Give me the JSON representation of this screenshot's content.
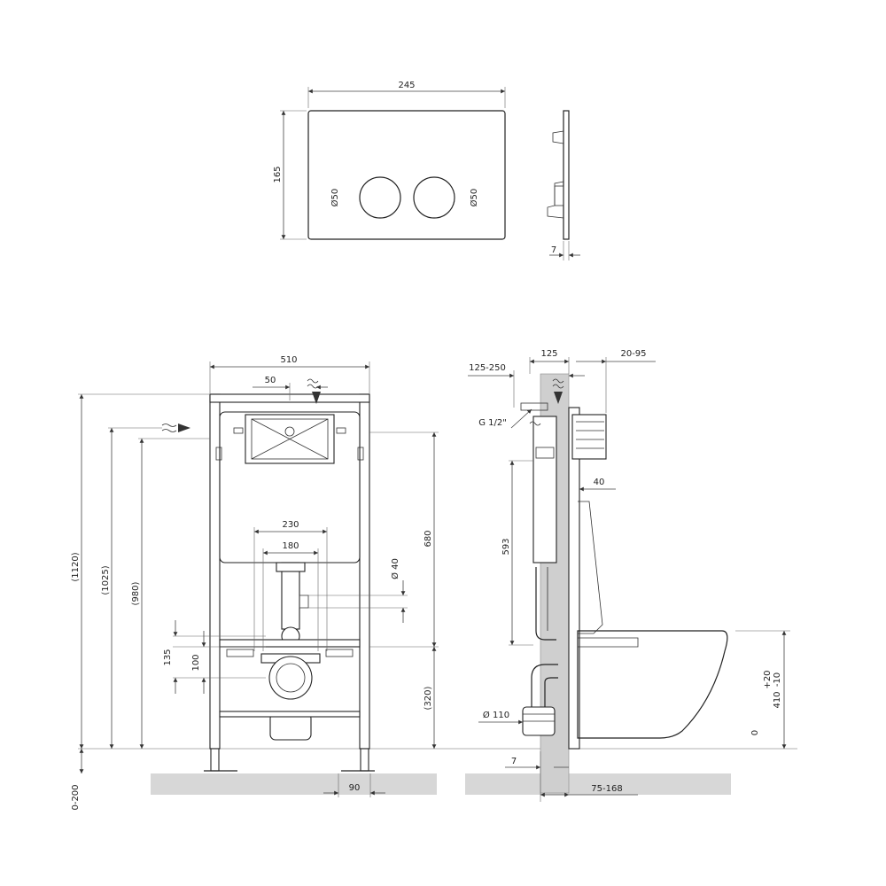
{
  "flush_plate": {
    "width": "245",
    "height": "165",
    "button_left_diameter": "Ø50",
    "button_right_diameter": "Ø50",
    "side_thickness": "7"
  },
  "frame_front": {
    "width": "510",
    "water_inlet_offset": "50",
    "outlet_span_outer": "230",
    "outlet_span_inner": "180",
    "outlet_pipe_diameter": "Ø 40",
    "height_total": "(1120)",
    "height_1025": "(1025)",
    "height_980": "(980)",
    "height_680": "680",
    "height_320": "(320)",
    "bolt_height_135": "135",
    "bolt_height_100": "100",
    "leg_adjust": "0-200",
    "foot_width": "90"
  },
  "side_view": {
    "depth_125": "125",
    "depth_125_250": "125-250",
    "bowl_adjust_20_95": "20-95",
    "inlet_thread": "G 1/2\"",
    "offset_40": "40",
    "cistern_height": "593",
    "drain_diameter": "Ø 110",
    "wall_gap": "7",
    "wall_range": "75-168",
    "seat_height_range": "410",
    "seat_height_plus": "+20",
    "seat_height_minus": "-10",
    "zero_level": "0"
  }
}
